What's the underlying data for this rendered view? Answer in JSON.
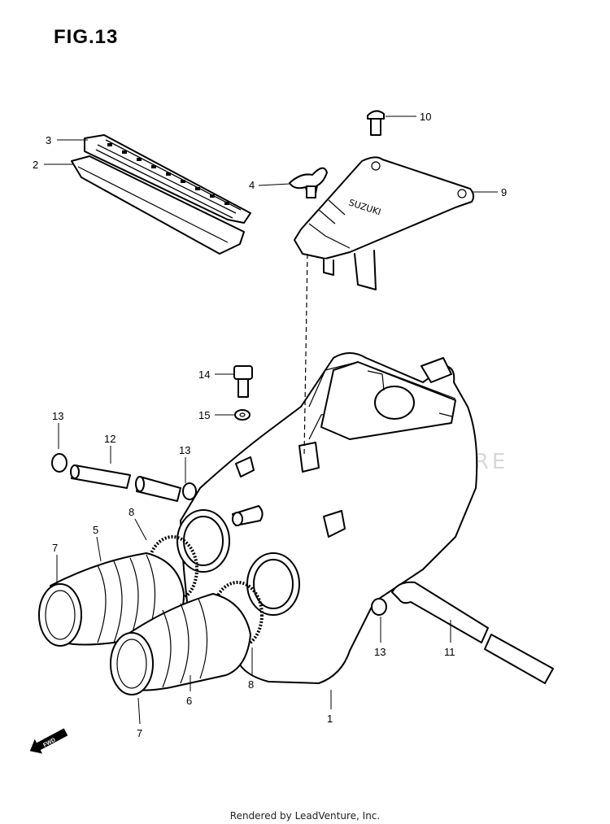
{
  "figure": {
    "title": "FIG.13"
  },
  "callouts": [
    {
      "id": "c1",
      "label": "1"
    },
    {
      "id": "c2",
      "label": "2"
    },
    {
      "id": "c3",
      "label": "3"
    },
    {
      "id": "c4",
      "label": "4"
    },
    {
      "id": "c5",
      "label": "5"
    },
    {
      "id": "c6",
      "label": "6"
    },
    {
      "id": "c7a",
      "label": "7"
    },
    {
      "id": "c7b",
      "label": "7"
    },
    {
      "id": "c8a",
      "label": "8"
    },
    {
      "id": "c8b",
      "label": "8"
    },
    {
      "id": "c9",
      "label": "9"
    },
    {
      "id": "c10",
      "label": "10"
    },
    {
      "id": "c11",
      "label": "11"
    },
    {
      "id": "c12",
      "label": "12"
    },
    {
      "id": "c13a",
      "label": "13"
    },
    {
      "id": "c13b",
      "label": "13"
    },
    {
      "id": "c13c",
      "label": "13"
    },
    {
      "id": "c14",
      "label": "14"
    },
    {
      "id": "c15",
      "label": "15"
    }
  ],
  "fwd_marker": {
    "label": "FWD"
  },
  "watermark": {
    "text": "LEADVENTURE"
  },
  "footer": {
    "text": "Rendered by LeadVenture, Inc."
  }
}
